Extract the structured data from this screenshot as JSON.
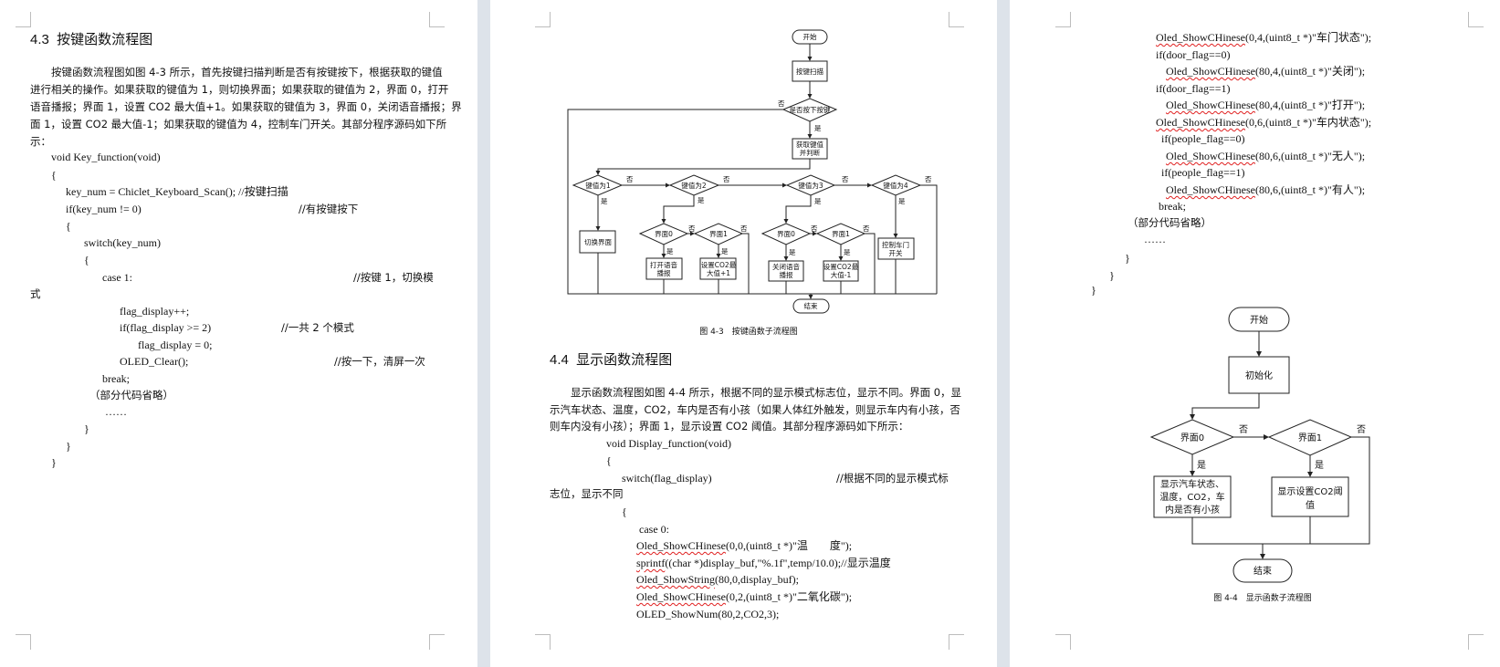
{
  "page1": {
    "heading": "4.3  按键函数流程图",
    "para": [
      "按键函数流程图如图 4-3 所示，首先按键扫描判断是否有按键按下，根据获取的键值",
      "进行相关的操作。如果获取的键值为 1，则切换界面；如果获取的键值为 2，界面 0，打开",
      "语音播报；界面 1，设置 CO2 最大值+1。如果获取的键值为 3，界面 0，关闭语音播报；界",
      "面 1，设置 CO2 最大值-1；如果获取的键值为 4，控制车门开关。其部分程序源码如下所",
      "示："
    ],
    "code": {
      "l1": "void Key_function(void)",
      "l2": "{",
      "l3": "key_num = Chiclet_Keyboard_Scan(); //按键扫描",
      "l4": "if(key_num != 0)",
      "l4c": "//有按键按下",
      "l5": "{",
      "l6": "switch(key_num)",
      "l7": "{",
      "l8": "case 1:",
      "l8c": "//按键 1，切换模",
      "l9": "式",
      "l10": "flag_display++;",
      "l11": "if(flag_display >= 2)",
      "l11c": "//一共 2 个模式",
      "l12": "flag_display = 0;",
      "l13": "OLED_Clear();",
      "l13c": "//按一下，清屏一次",
      "l14": "break;",
      "l15": "（部分代码省略）",
      "l16": "……",
      "l17": "}",
      "l18": "}",
      "l19": "}"
    }
  },
  "page2": {
    "flowchart": {
      "start": "开始",
      "scan": "按键扫描",
      "pressed": "是否按下按键",
      "get_value": [
        "获取键值",
        "并判断"
      ],
      "key1": "键值为1",
      "key2": "键值为2",
      "key3": "键值为3",
      "key4": "键值为4",
      "switch_ui": "切换界面",
      "ui0": "界面0",
      "ui1": "界面1",
      "open_voice": [
        "打开语音",
        "播报"
      ],
      "co2_plus": [
        "设置CO2最",
        "大值+1"
      ],
      "close_voice": [
        "关闭语音",
        "播报"
      ],
      "co2_minus": [
        "设置CO2最",
        "大值-1"
      ],
      "door": [
        "控制车门",
        "开关"
      ],
      "end": "结束",
      "yes": "是",
      "no": "否"
    },
    "caption": "图 4-3　按键函数子流程图",
    "heading": "4.4  显示函数流程图",
    "para": [
      "显示函数流程图如图 4-4 所示，根据不同的显示模式标志位，显示不同。界面 0，显",
      "示汽车状态、温度，CO2，车内是否有小孩（如果人体红外触发，则显示车内有小孩，否",
      "则车内没有小孩）；界面 1，显示设置 CO2 阈值。其部分程序源码如下所示："
    ],
    "code": {
      "l1": "void Display_function(void)",
      "l2": "{",
      "l3": "switch(flag_display)",
      "l3c": "//根据不同的显示模式标",
      "l4": "志位，显示不同",
      "l5": "{",
      "l6": "case 0:",
      "l7fn": "Oled_ShowCHinese",
      "l7": "(0,0,(uint8_t *)\"温　　度\");",
      "l8fn": "sprintf",
      "l8": "((char *)display_buf,\"%.1f\",temp/10.0);//显示温度",
      "l9fn": "Oled_ShowString",
      "l9": "(80,0,display_buf);",
      "l10fn": "Oled_ShowCHinese",
      "l10": "(0,2,(uint8_t *)\"二氧化碳\");",
      "l11fn": "OLED_ShowNum",
      "l11": "(80,2,CO2,3);"
    }
  },
  "page3": {
    "code": {
      "l1fn": "Oled_ShowCHinese",
      "l1": "(0,4,(uint8_t *)\"车门状态\");",
      "l2": "if(door_flag==0)",
      "l3fn": "Oled_ShowCHinese",
      "l3": "(80,4,(uint8_t *)\"关闭\");",
      "l4": "if(door_flag==1)",
      "l5fn": "Oled_ShowCHinese",
      "l5": "(80,4,(uint8_t *)\"打开\");",
      "l6fn": "Oled_ShowCHinese",
      "l6": "(0,6,(uint8_t *)\"车内状态\");",
      "l7": "if(people_flag==0)",
      "l8fn": "Oled_ShowCHinese",
      "l8": "(80,6,(uint8_t *)\"无人\");",
      "l9": "if(people_flag==1)",
      "l10fn": "Oled_ShowCHinese",
      "l10": "(80,6,(uint8_t *)\"有人\");",
      "l11": "break;",
      "l12": "（部分代码省略）",
      "l13": "……",
      "l14": "}",
      "l15": "}",
      "l16": "}"
    },
    "flowchart": {
      "start": "开始",
      "init": "初始化",
      "ui0": "界面0",
      "ui1": "界面1",
      "show_status": [
        "显示汽车状态、",
        "温度，CO2，车",
        "内是否有小孩"
      ],
      "show_co2": [
        "显示设置CO2阈",
        "值"
      ],
      "end": "结束",
      "yes": "是",
      "no": "否"
    },
    "caption": "图 4-4　显示函数子流程图"
  }
}
